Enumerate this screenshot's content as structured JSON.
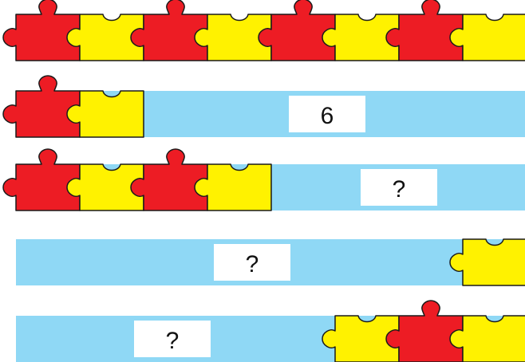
{
  "colors": {
    "red": "#ED1C24",
    "yellow": "#FFF200",
    "band": "#8FD8F5",
    "box": "#FFFFFF",
    "stroke": "#1a1a1a"
  },
  "rows": [
    {
      "pieces": [
        "red",
        "yellow",
        "red",
        "yellow",
        "red",
        "yellow",
        "red",
        "yellow"
      ],
      "band": false,
      "label": ""
    },
    {
      "pieces": [
        "red",
        "yellow"
      ],
      "band": true,
      "label": "6"
    },
    {
      "pieces": [
        "red",
        "yellow",
        "red",
        "yellow"
      ],
      "band": true,
      "label": "?"
    },
    {
      "pieces": [
        "yellow"
      ],
      "band": true,
      "label": "?"
    },
    {
      "pieces": [
        "yellow",
        "red",
        "yellow"
      ],
      "band": true,
      "label": "?"
    }
  ]
}
